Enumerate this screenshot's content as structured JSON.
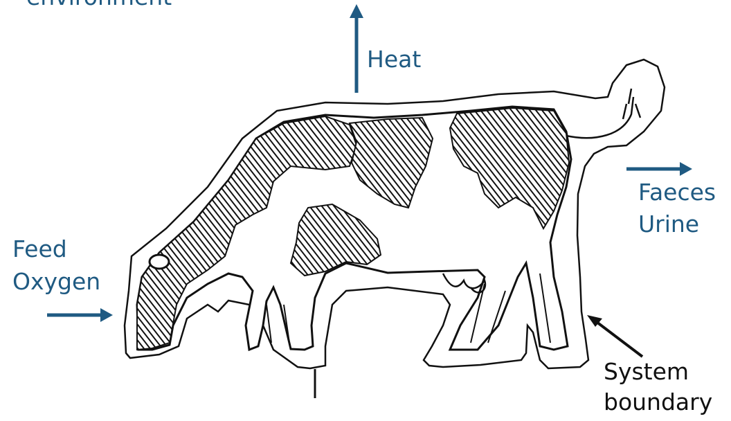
{
  "labels": {
    "top_cut": "environment",
    "heat": "Heat",
    "feed": "Feed",
    "oxygen": "Oxygen",
    "faeces": "Faeces",
    "urine": "Urine",
    "system": "System",
    "boundary": "boundary"
  },
  "colors": {
    "arrow": "#1f5a82",
    "ink": "#111111"
  }
}
